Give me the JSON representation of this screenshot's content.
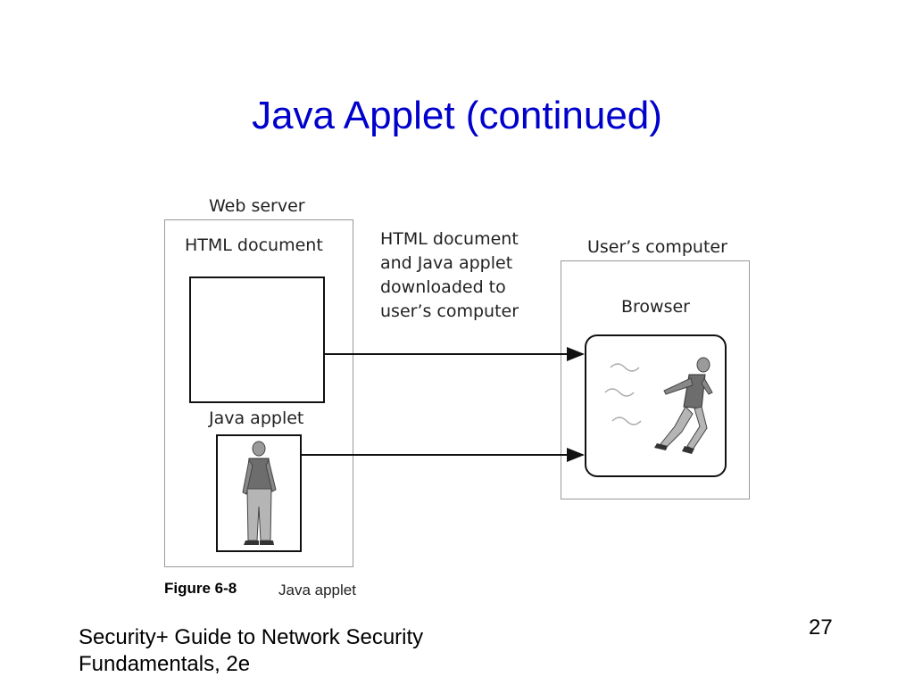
{
  "slide": {
    "title": "Java Applet (continued)",
    "page_number": "27",
    "footer_line1": "Security+ Guide to Network Security",
    "footer_line2": "Fundamentals, 2e"
  },
  "figure": {
    "number": "Figure 6-8",
    "caption": "Java applet",
    "web_server_label": "Web server",
    "html_document_label": "HTML document",
    "java_applet_label": "Java applet",
    "transfer_line1": "HTML document",
    "transfer_line2": "and Java applet",
    "transfer_line3": "downloaded to",
    "transfer_line4": "user’s computer",
    "users_computer_label": "User’s computer",
    "browser_label": "Browser"
  }
}
